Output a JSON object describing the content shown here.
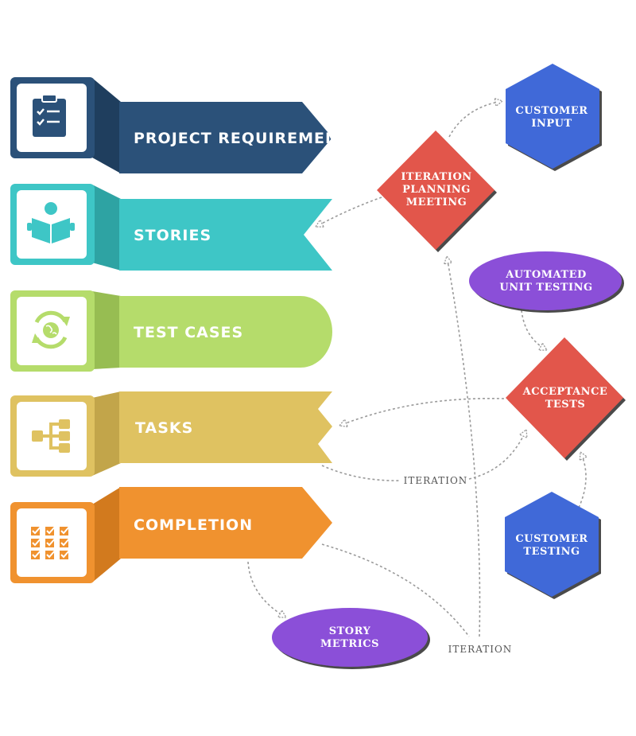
{
  "bands": [
    {
      "id": "project-requirements",
      "label": "PROJECT REQUIREMENTS",
      "icon": "clipboard-checklist-icon",
      "color": "#2b5179",
      "dark": "#1f3e5e"
    },
    {
      "id": "stories",
      "label": "STORIES",
      "icon": "reading-person-icon",
      "color": "#3ec6c6",
      "dark": "#2ea3a3"
    },
    {
      "id": "test-cases",
      "label": "TEST CASES",
      "icon": "globe-refresh-icon",
      "color": "#b5dc6b",
      "dark": "#97bd52"
    },
    {
      "id": "tasks",
      "label": "TASKS",
      "icon": "hierarchy-icon",
      "color": "#dfc261",
      "dark": "#c2a54a"
    },
    {
      "id": "completion",
      "label": "COMPLETION",
      "icon": "checkbox-grid-icon",
      "color": "#f0922f",
      "dark": "#d27a1e"
    }
  ],
  "nodes": {
    "customer_input": {
      "lines": [
        "CUSTOMER",
        "INPUT"
      ],
      "color": "#4169d8"
    },
    "iteration_planning": {
      "lines": [
        "ITERATION",
        "PLANNING",
        "MEETING"
      ],
      "color": "#e2574c"
    },
    "automated_testing": {
      "lines": [
        "AUTOMATED",
        "UNIT TESTING"
      ],
      "color": "#8b4fd8"
    },
    "acceptance_tests": {
      "lines": [
        "ACCEPTANCE",
        "TESTS"
      ],
      "color": "#e2574c"
    },
    "customer_testing": {
      "lines": [
        "CUSTOMER",
        "TESTING"
      ],
      "color": "#4169d8"
    },
    "story_metrics": {
      "lines": [
        "STORY",
        "METRICS"
      ],
      "color": "#8b4fd8"
    }
  },
  "edge_labels": {
    "tasks_iteration": "ITERATION",
    "completion_iteration": "ITERATION"
  }
}
